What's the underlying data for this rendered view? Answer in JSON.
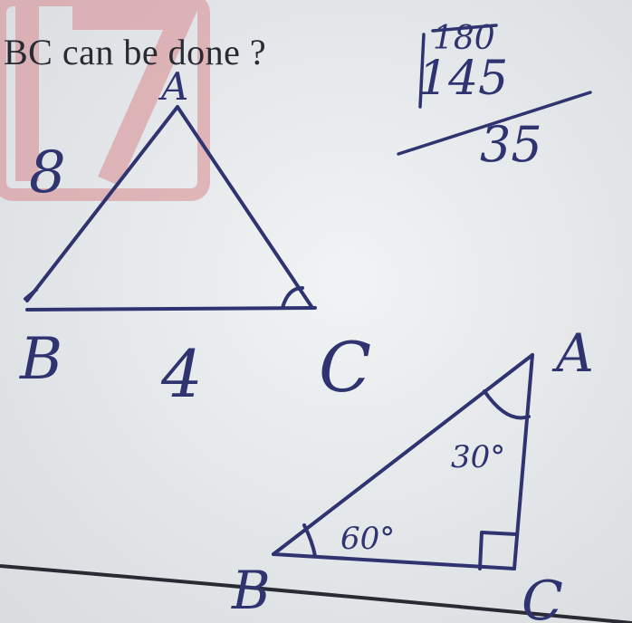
{
  "printed_text": "BC can be done ?",
  "triangle1": {
    "vertex_a": "A",
    "vertex_b": "B",
    "vertex_c": "C",
    "side_ab": "8",
    "side_bc": "4"
  },
  "triangle2": {
    "vertex_a": "A",
    "vertex_b": "B",
    "vertex_c": "C",
    "angle_a": "30°",
    "angle_b": "60°"
  },
  "scratch_work": {
    "top": "180",
    "middle": "145",
    "result": "35"
  },
  "watermark": "17",
  "colors": {
    "paper": "#e9ecee",
    "ink": "#2f3470",
    "print": "#2a2a33",
    "watermark": "#d98a8f"
  }
}
